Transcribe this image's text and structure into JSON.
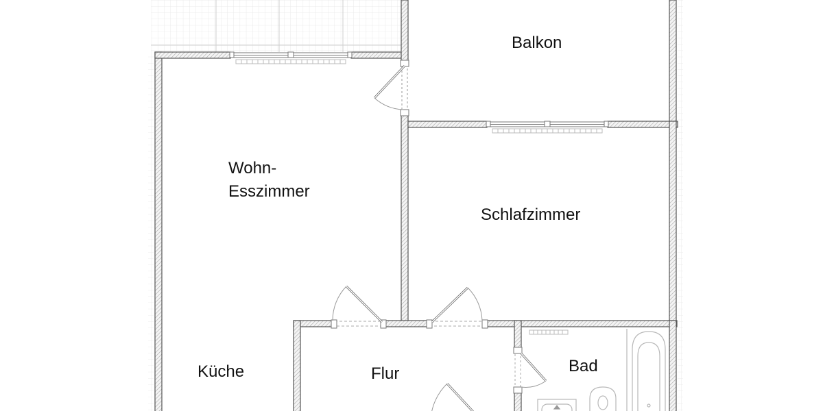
{
  "diagram": {
    "type": "floor-plan",
    "rooms": [
      {
        "id": "balkon",
        "label": "Balkon"
      },
      {
        "id": "wohn",
        "label_line1": "Wohn-",
        "label_line2": "Esszimmer"
      },
      {
        "id": "schlaf",
        "label": "Schlafzimmer"
      },
      {
        "id": "kueche",
        "label": "Küche"
      },
      {
        "id": "flur",
        "label": "Flur"
      },
      {
        "id": "bad",
        "label": "Bad"
      }
    ]
  },
  "colors": {
    "wall_outline": "#555555",
    "wall_hatch": "#bbbbbb",
    "grid": "#e3e3e3",
    "fixture": "#b5b5b5",
    "text": "#111111"
  }
}
